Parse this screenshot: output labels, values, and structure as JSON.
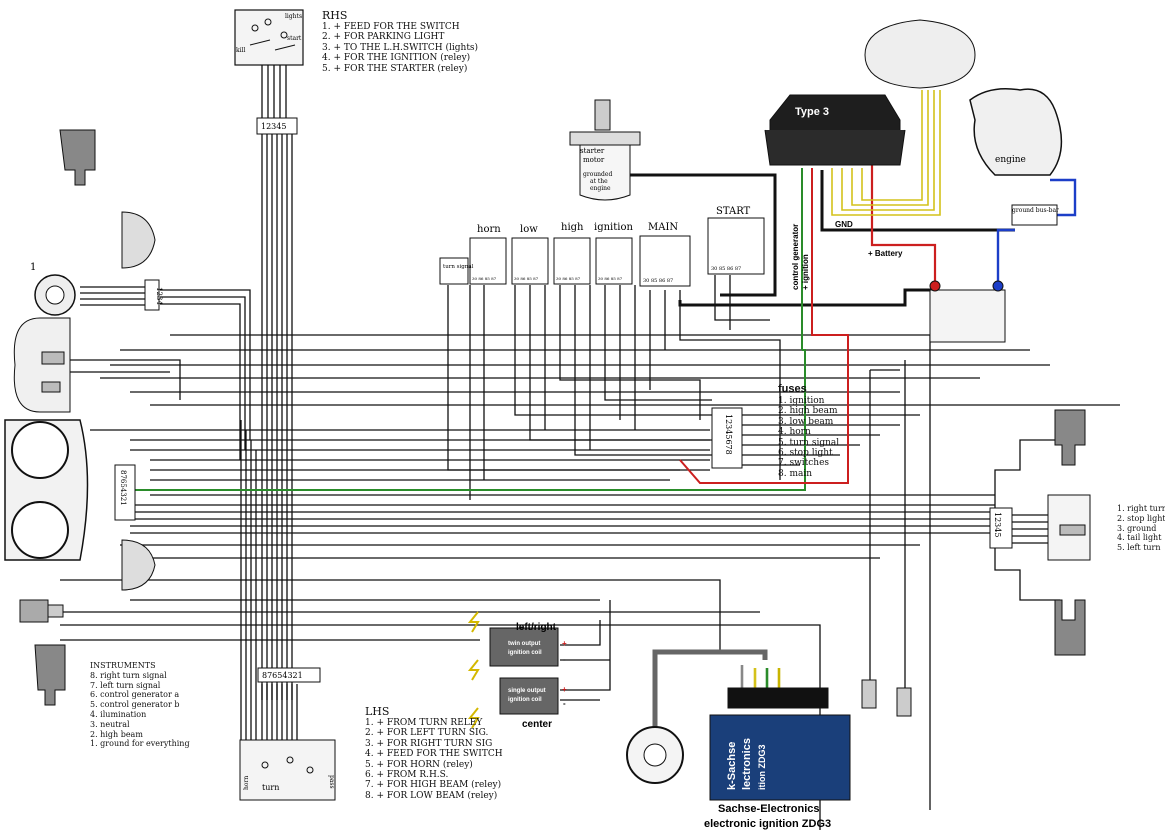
{
  "rhs": {
    "title": "RHS",
    "items": [
      "1. + FEED FOR THE SWITCH",
      "2. + FOR PARKING LIGHT",
      "3. + TO THE L.H.SWITCH (lights)",
      "4. + FOR THE IGNITION (reley)",
      "5. + FOR THE STARTER (reley)"
    ],
    "connector": "12345",
    "switch_labels": {
      "lights": "lights",
      "start": "start",
      "kill": "kill"
    }
  },
  "lhs": {
    "title": "LHS",
    "items": [
      "1. + FROM TURN RELEY",
      "2. + FOR LEFT TURN SIG.",
      "3. + FOR RIGHT TURN SIG",
      "4. + FEED FOR THE SWITCH",
      "5. + FOR HORN (reley)",
      "6. + FROM R.H.S.",
      "7. + FOR HIGH BEAM (reley)",
      "8. + FOR LOW BEAM  (reley)"
    ],
    "connector": "87654321",
    "switch_labels": {
      "horn": "horn",
      "turn": "turn",
      "pass": "pass"
    }
  },
  "instruments": {
    "title": "INSTRUMENTS",
    "items": [
      "8. right turn signal",
      "7. left turn signal",
      "6. control generator a",
      "5. control generator b",
      "4. ilumination",
      "3. neutral",
      "2. high beam",
      "1. ground for everything"
    ],
    "connector": "87654321"
  },
  "fuses": {
    "title": "fuses",
    "items": [
      "1. ignition",
      "2. high beam",
      "3. low beam",
      "4. horn",
      "5. turn signal",
      "6. stop light",
      "7. switches",
      "8. main"
    ],
    "connector": "12345678"
  },
  "tail": {
    "items": [
      "1. right turn",
      "2. stop light",
      "3. ground",
      "4. tail light",
      "5. left turn"
    ],
    "connector": "12345"
  },
  "ignition_switch": {
    "label": "1",
    "connector": "1234"
  },
  "relays": {
    "horn": "horn",
    "low": "low",
    "high": "high",
    "ignition": "ignition",
    "main": "MAIN",
    "start": "START",
    "turn_signal": "turn signal",
    "pins": "30 86 85 87",
    "main_pins": "30 85   86 87",
    "start_pins": "30 85   86 87"
  },
  "starter": {
    "lines": [
      "starter",
      "motor",
      "grounded",
      "at the",
      "engine"
    ]
  },
  "module": {
    "label": "Type 3"
  },
  "engine": {
    "label": "engine",
    "bus_bar": "ground bus-bar"
  },
  "power": {
    "gnd": "GND",
    "battery": "+ Battery",
    "control_generator": "control generator",
    "ignition": "+ ignition"
  },
  "coils": {
    "title": "left/right",
    "twin": [
      "twin output",
      "ignition coil"
    ],
    "single": [
      "single output",
      "ignition coil"
    ],
    "center": "center",
    "plus": "+",
    "minus": "-"
  },
  "zdg3": {
    "brand": "Sachse-Electronics",
    "product": "electronic ignition ZDG3",
    "box_lines": [
      "k-Sachse",
      "lectronics",
      "ition ZDG3"
    ]
  },
  "colors": {
    "wire": "#111111",
    "ground": "#2a8c2a",
    "battery": "#cc1f1f",
    "ignition_blue": "#1c3ec8",
    "sensor": "#d4c21a",
    "module": "#1e1e1e",
    "zdg3": "#1a3f7a"
  }
}
